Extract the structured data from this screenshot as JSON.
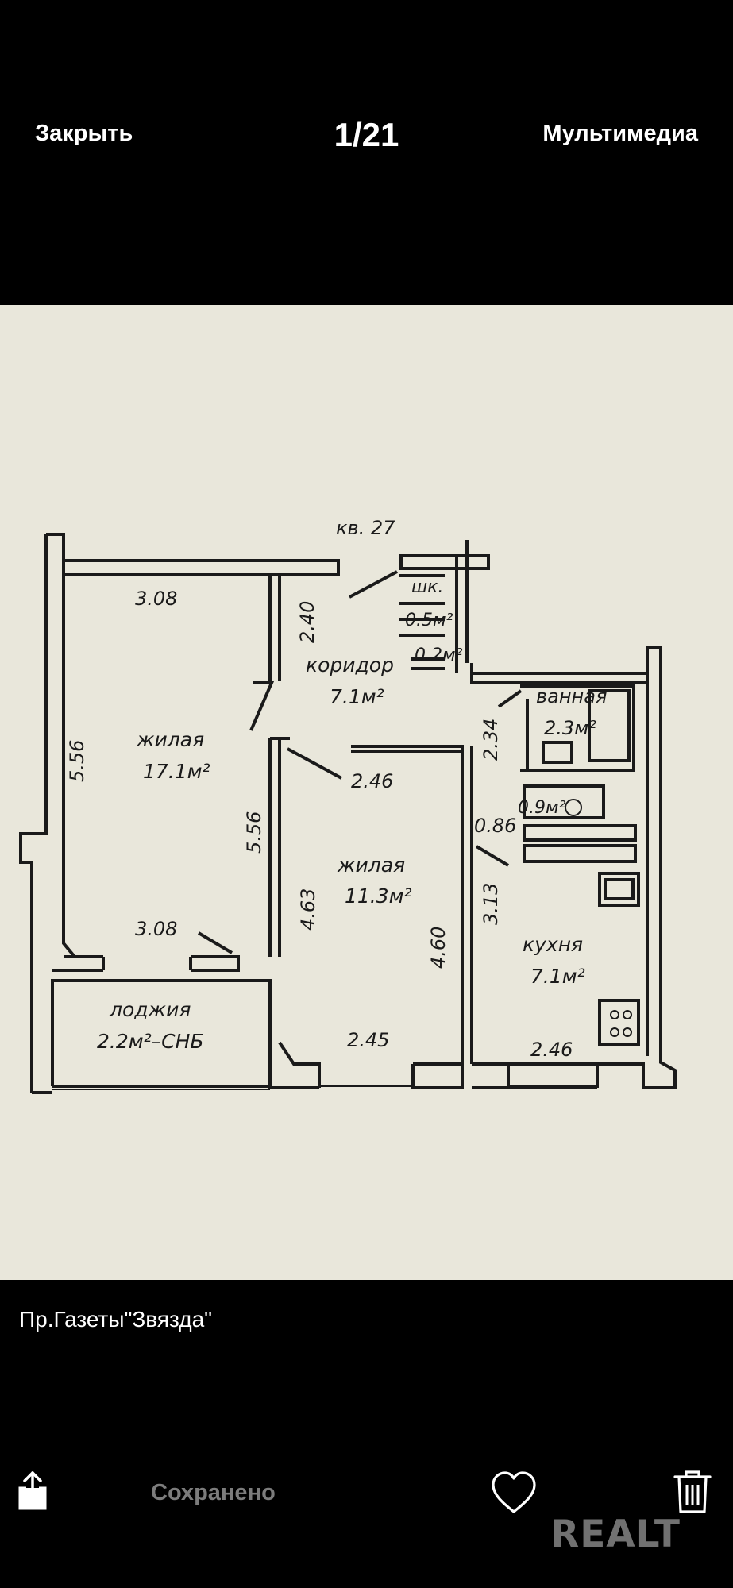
{
  "header": {
    "close_label": "Закрыть",
    "counter": "1/21",
    "media_label": "Мультимедиа"
  },
  "plan": {
    "apartment": "кв. 27",
    "rooms": {
      "living_large": {
        "name": "жилая",
        "area": "17.1м²"
      },
      "living_small": {
        "name": "жилая",
        "area": "11.3м²"
      },
      "corridor": {
        "name": "коридор",
        "area": "7.1м²"
      },
      "bathroom": {
        "name": "ванная",
        "area": "2.3м²"
      },
      "kitchen": {
        "name": "кухня",
        "area": "7.1м²"
      },
      "loggia": {
        "name": "лоджия",
        "area": "2.2м²–СНБ"
      },
      "closet": {
        "name": "шк.",
        "area": "0.5м²"
      },
      "small_closet_area": "0.2м²",
      "toilet_area": "0.9м²"
    },
    "dimensions": {
      "d_3_08_top": "3.08",
      "d_2_40": "2.40",
      "d_5_56_left": "5.56",
      "d_5_56_mid": "5.56",
      "d_3_08_bottom": "3.08",
      "d_2_46_mid": "2.46",
      "d_4_63": "4.63",
      "d_4_60": "4.60",
      "d_2_45": "2.45",
      "d_2_34": "2.34",
      "d_0_86": "0.86",
      "d_3_13": "3.13",
      "d_2_46_kitchen": "2.46"
    }
  },
  "caption": "Пр.Газеты\"Звязда\"",
  "footer": {
    "saved_label": "Сохранено",
    "watermark": "REALT",
    "icons": {
      "share": "share-icon",
      "favorite": "heart-icon",
      "delete": "trash-icon"
    }
  },
  "colors": {
    "background": "#000000",
    "plan_paper": "#e9e7db",
    "ink": "#1a1a1a",
    "muted": "#7c7c7c"
  }
}
